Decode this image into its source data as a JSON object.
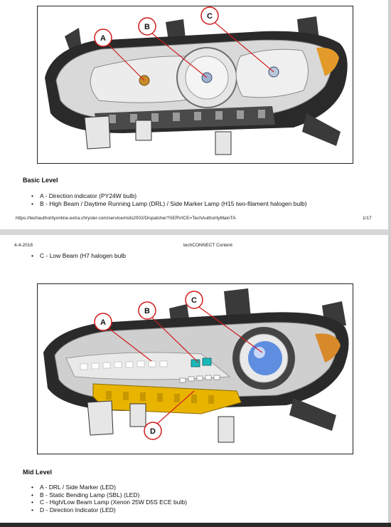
{
  "page1": {
    "figure": {
      "callouts": [
        "A",
        "B",
        "C"
      ],
      "colors": {
        "callout": "#d01c1c",
        "housing": "#2a2a2a",
        "amber": "#e39a2a"
      }
    },
    "heading": "Basic Level",
    "bullets": [
      "A - Direction indicator (PY24W bulb)",
      "B - High Beam / Daytime Running Lamp (DRL) / Side Marker Lamp (H15 two-filament halogen bulb)"
    ],
    "footer": {
      "url": "https://techauthorityonline.extra.chrysler.com/service/mds2002/Dispatcher?SERVICE=TechAuthorityMainTA",
      "page": "1/17"
    }
  },
  "page2": {
    "header": {
      "date": "4-4-2018",
      "title": "techCONNECT Content"
    },
    "carry_bullets": [
      "C - Low Beam (H7 halogen bulb"
    ],
    "figure": {
      "callouts": [
        "A",
        "B",
        "C",
        "D"
      ],
      "colors": {
        "callout": "#d01c1c",
        "indicator": "#e8b400",
        "projector": "#5f8ee0",
        "teal": "#1ab8b8"
      }
    },
    "heading": "Mid Level",
    "bullets": [
      "A - DRL / Side Marker (LED)",
      "B - Static Bending Lamp (SBL) (LED)",
      "C - High/Low Beam Lamp (Xenon 25W D5S ECE bulb)",
      "D - Direction Indicator (LED)"
    ]
  }
}
